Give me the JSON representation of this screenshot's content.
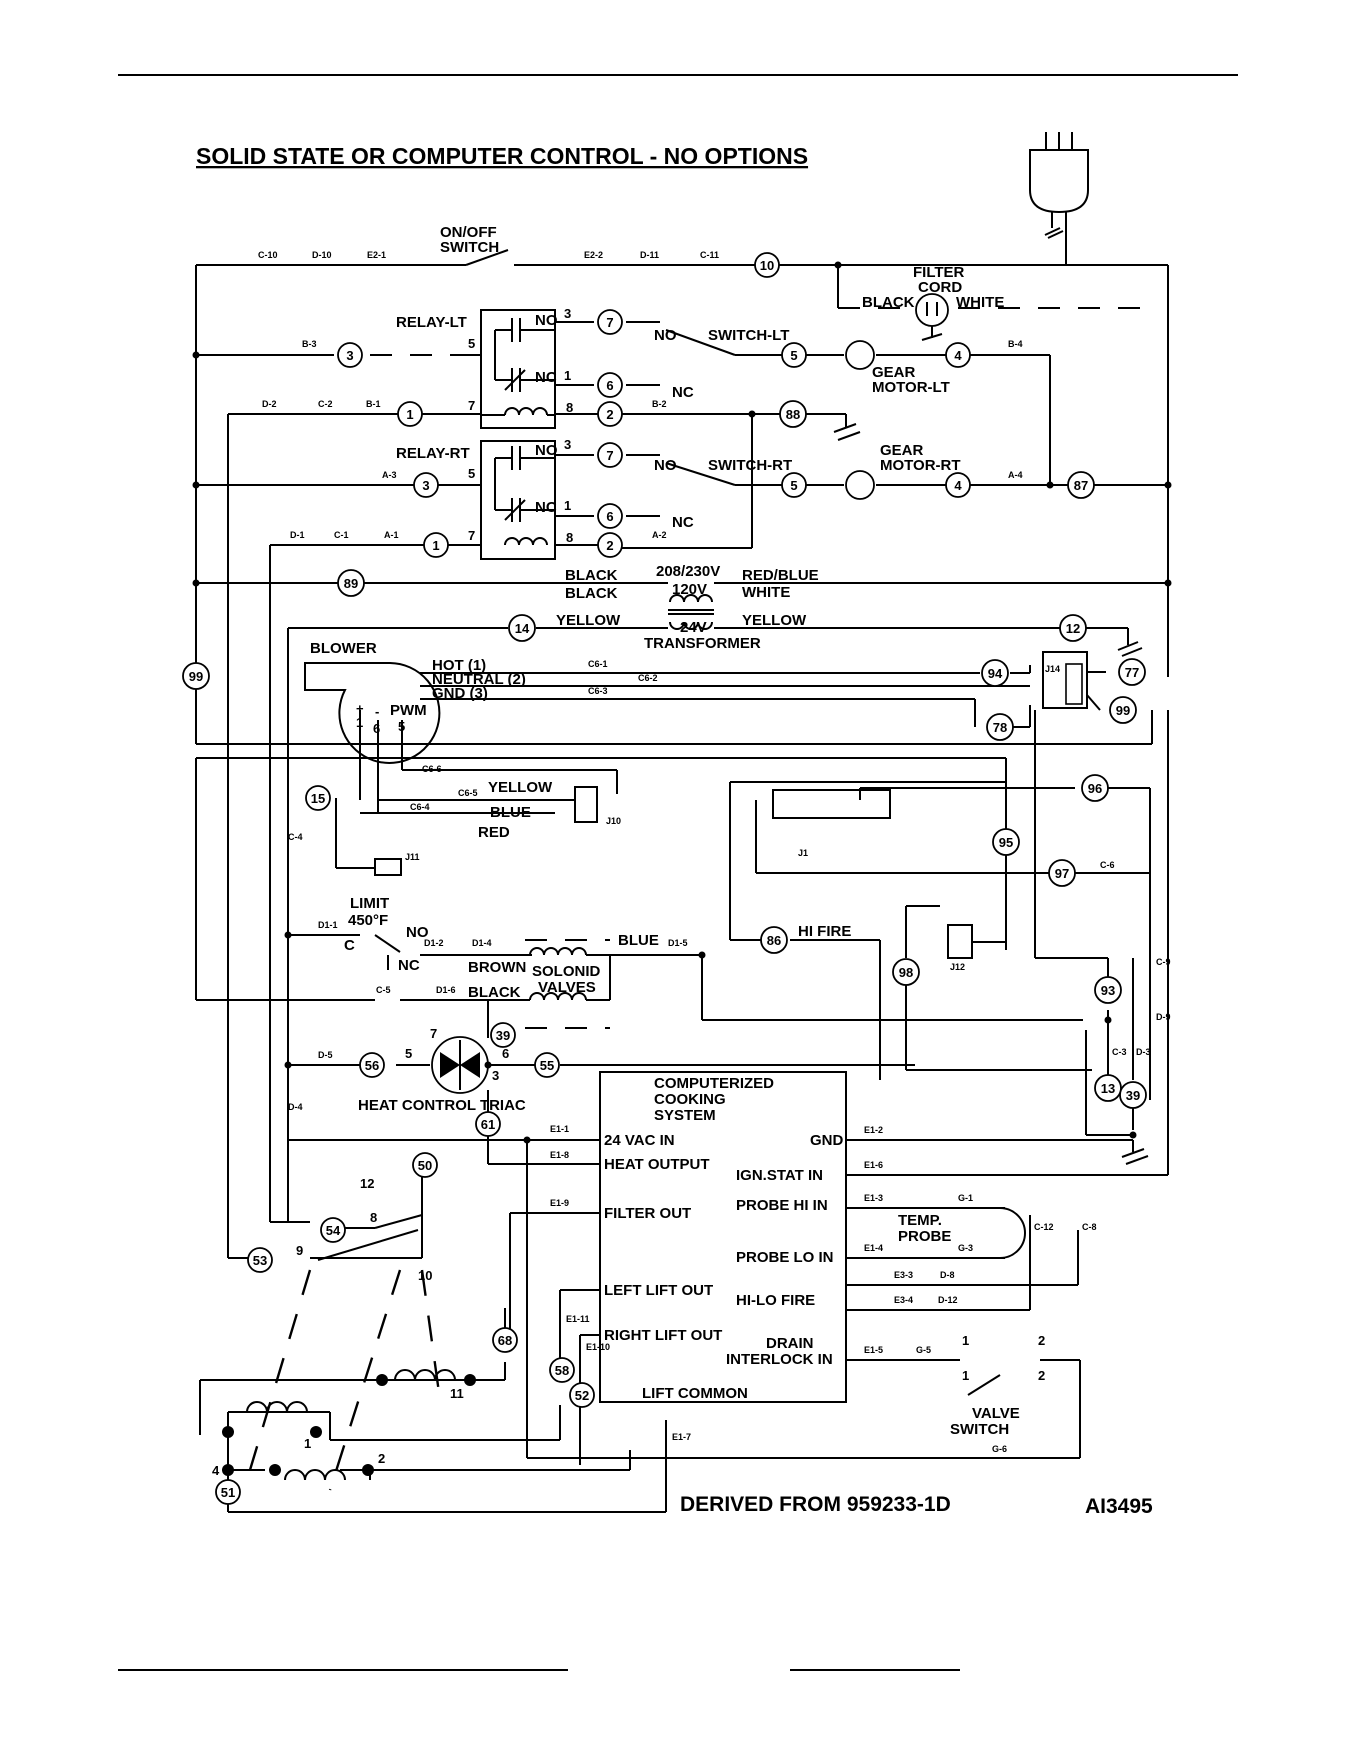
{
  "title": "SOLID STATE OR COMPUTER CONTROL - NO OPTIONS",
  "footer": {
    "derived": "DERIVED FROM 959233-1D",
    "code": "AI3495"
  },
  "labels": {
    "onoff": "ON/OFF",
    "switch": "SWITCH",
    "filter": "FILTER",
    "cord": "CORD",
    "black": "BLACK",
    "white": "WHITE",
    "relay_lt": "RELAY-LT",
    "relay_rt": "RELAY-RT",
    "switch_lt": "SWITCH-LT",
    "switch_rt": "SWITCH-RT",
    "gear": "GEAR",
    "motor_lt": "MOTOR-LT",
    "motor_rt": "MOTOR-RT",
    "no": "NO",
    "nc": "NC",
    "v208": "208/230V",
    "v120": "120V",
    "v24": "24V",
    "red_blue": "RED/BLUE",
    "yellow": "YELLOW",
    "transformer": "TRANSFORMER",
    "blower": "BLOWER",
    "hot": "HOT (1)",
    "neutral": "NEUTRAL (2)",
    "gnd3": "GND (3)",
    "pwm": "PWM",
    "blue": "BLUE",
    "red": "RED",
    "limit": "LIMIT",
    "deg450": "450°F",
    "brown": "BROWN",
    "solonid": "SOLONID",
    "valves": "VALVES",
    "hifire": "HI FIRE",
    "heat_triac": "HEAT CONTROL TRIAC",
    "computerized": "COMPUTERIZED",
    "cooking": "COOKING",
    "system": "SYSTEM",
    "vac24": "24 VAC IN",
    "heat_output": "HEAT OUTPUT",
    "filter_out": "FILTER OUT",
    "left_lift": "LEFT LIFT OUT",
    "right_lift": "RIGHT LIFT OUT",
    "lift_common": "LIFT COMMON",
    "gnd": "GND",
    "ign_stat": "IGN.STAT IN",
    "probe_hi": "PROBE HI IN",
    "probe_lo": "PROBE LO IN",
    "hilo_fire": "HI-LO FIRE",
    "drain": "DRAIN",
    "interlock": "INTERLOCK IN",
    "temp": "TEMP.",
    "probe": "PROBE",
    "valve": "VALVE",
    "valve_switch": "SWITCH",
    "c": "C",
    "plus": "+",
    "minus": "-",
    "j1": "J1",
    "j10": "J10",
    "j11": "J11",
    "j12": "J12",
    "j14": "J14"
  },
  "wire_numbers": [
    "10",
    "3",
    "7",
    "6",
    "5",
    "4",
    "1",
    "2",
    "88",
    "87",
    "89",
    "14",
    "12",
    "94",
    "77",
    "78",
    "99",
    "15",
    "96",
    "95",
    "97",
    "86",
    "98",
    "93",
    "13",
    "39",
    "56",
    "55",
    "61",
    "50",
    "54",
    "53",
    "68",
    "58",
    "52",
    "51"
  ],
  "terminals": [
    "C-10",
    "D-10",
    "E2-1",
    "E2-2",
    "D-11",
    "C-11",
    "B-3",
    "B-4",
    "D-2",
    "C-2",
    "B-1",
    "B-2",
    "A-3",
    "A-4",
    "D-1",
    "C-1",
    "A-1",
    "A-2",
    "C6-1",
    "C6-2",
    "C6-3",
    "C6-6",
    "C6-5",
    "C6-4",
    "C-4",
    "D1-1",
    "D1-2",
    "D1-4",
    "D1-5",
    "D1-6",
    "C-5",
    "D-5",
    "D-4",
    "C-6",
    "C-9",
    "D-9",
    "C-3",
    "D-3",
    "E1-1",
    "E1-8",
    "E1-9",
    "E1-11",
    "E1-10",
    "E1-7",
    "E1-2",
    "E1-6",
    "E1-3",
    "E1-4",
    "E3-3",
    "E3-4",
    "D-8",
    "D-12",
    "E1-5",
    "G-1",
    "G-3",
    "G-5",
    "G-6",
    "C-12",
    "C-8"
  ],
  "pin_numbers": [
    "3",
    "5",
    "1",
    "7",
    "8",
    "4",
    "6",
    "12",
    "9",
    "11",
    "2",
    "10"
  ]
}
